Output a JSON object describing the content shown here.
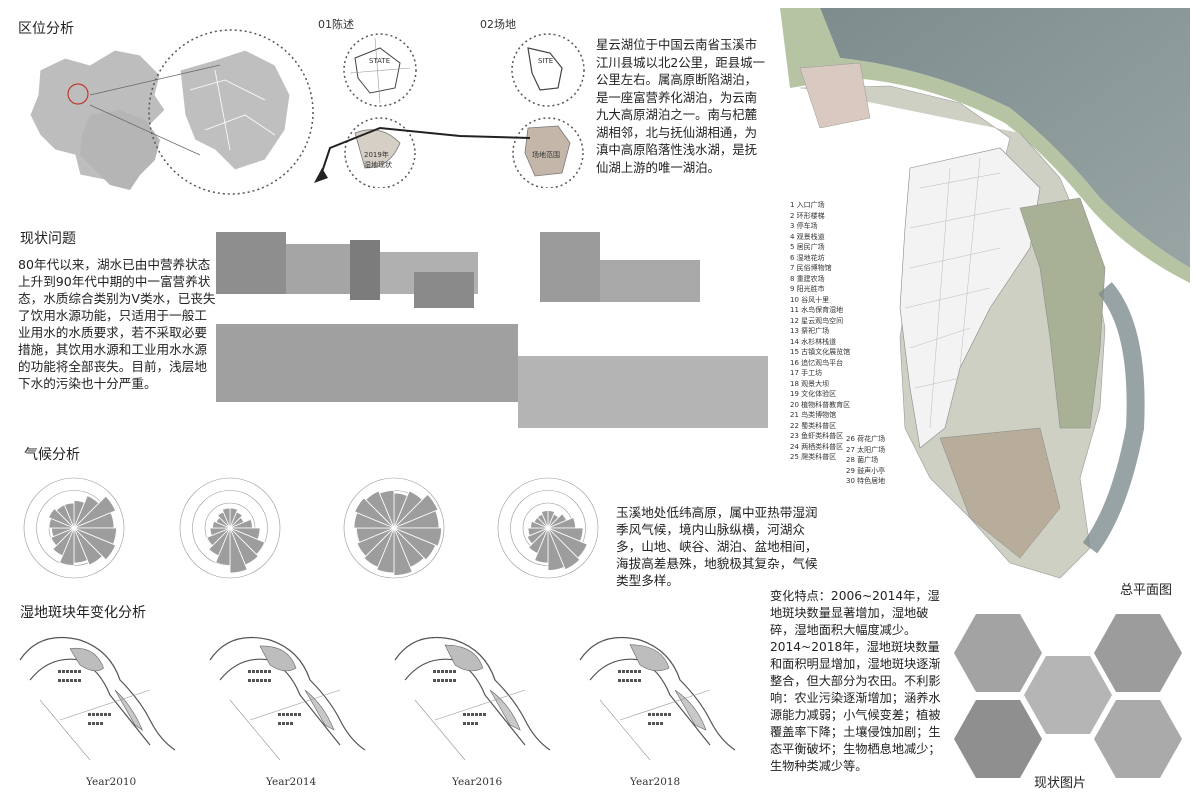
{
  "location": {
    "title": "区位分析"
  },
  "context": {
    "label_01": "01陈述",
    "label_02": "02场地",
    "state_label": "STATE",
    "site_label": "SITE",
    "area_label": "2019年\n湿地现状",
    "area_label2": "场地范围"
  },
  "intro_text": "星云湖位于中国云南省玉溪市江川县城以北2公里，距县城一公里左右。属高原断陷湖泊，是一座富营养化湖泊，为云南九大高原湖泊之一。南与杞麓湖相邻，北与抚仙湖相通，为滇中高原陷落性浅水湖，是抚仙湖上游的唯一湖泊。",
  "issues": {
    "title": "现状问题",
    "text": "80年代以来，湖水已由中营养状态上升到90年代中期的中一富营养状态，水质综合类别为V类水，已丧失了饮用水源功能，只适用于一般工业用水的水质要求，若不采取必要措施，其饮用水源和工业用水水源的功能将全部丧失。目前，浅层地下水的污染也十分严重。"
  },
  "climate": {
    "title": "气候分析",
    "text": "玉溪地处低纬高原，属中亚热带湿润季风气候，境内山脉纵横，河湖众多，山地、峡谷、湖泊、盆地相间，海拔高差悬殊，地貌极其复杂，气候类型多样。"
  },
  "wetland": {
    "title": "湿地斑块年变化分析",
    "years": [
      "Year2010",
      "Year2014",
      "Year2016",
      "Year2018"
    ]
  },
  "change_text": "变化特点：2006~2014年，湿地斑块数量显著增加，湿地破碎，湿地面积大幅度减少。2014~2018年，湿地斑块数量和面积明显增加，湿地斑块逐渐整合，但大部分为农田。不利影响：农业污染逐渐增加；涵养水源能力减弱；小气候变差；植被覆盖率下降；土壤侵蚀加剧；生态平衡破坏；生物栖息地减少；生物种类减少等。",
  "plan": {
    "title": "总平面图"
  },
  "photos": {
    "title": "现状图片"
  },
  "legend": [
    "1  入口广场",
    "2  环形楼梯",
    "3  停车场",
    "4  观景栈道",
    "5  居民广场",
    "6  湿地花坊",
    "7  民俗博物馆",
    "8  重建农场",
    "9  阳光胜市",
    "10 谷风十里",
    "11 水鸟保育湿地",
    "12 星云观鸟空间",
    "13 祭祀广场",
    "14 水杉林栈道",
    "15 古镇文化展览馆",
    "16 追忆观鸟平台",
    "17 手工坊",
    "18 观景大坝",
    "19 文化体验区",
    "20 植物科普教育区",
    "21 鸟类博物馆",
    "22 蜀类科普区",
    "23 鱼虾类科普区",
    "24 两栖类科普区",
    "25 爬类科普区",
    "26 荷花广场",
    "27 太阳广场",
    "28 菌广场",
    "29 鼓声小亭",
    "30 特色居地"
  ],
  "roses": [
    {
      "values": [
        0.55,
        0.7,
        0.9,
        0.8,
        0.85,
        0.9,
        0.8,
        0.7,
        0.75,
        0.6,
        0.5,
        0.45,
        0.5,
        0.55,
        0.5,
        0.5
      ]
    },
    {
      "values": [
        0.4,
        0.35,
        0.3,
        0.45,
        0.6,
        0.75,
        0.8,
        0.9,
        0.75,
        0.6,
        0.5,
        0.4,
        0.35,
        0.3,
        0.35,
        0.4
      ]
    },
    {
      "values": [
        0.7,
        0.8,
        0.95,
        0.9,
        0.95,
        0.9,
        0.85,
        0.95,
        0.9,
        0.85,
        0.8,
        0.75,
        0.8,
        0.85,
        0.8,
        0.75
      ]
    },
    {
      "values": [
        0.35,
        0.3,
        0.4,
        0.55,
        0.7,
        0.85,
        0.9,
        0.85,
        0.7,
        0.55,
        0.45,
        0.4,
        0.35,
        0.3,
        0.3,
        0.35
      ]
    }
  ]
}
